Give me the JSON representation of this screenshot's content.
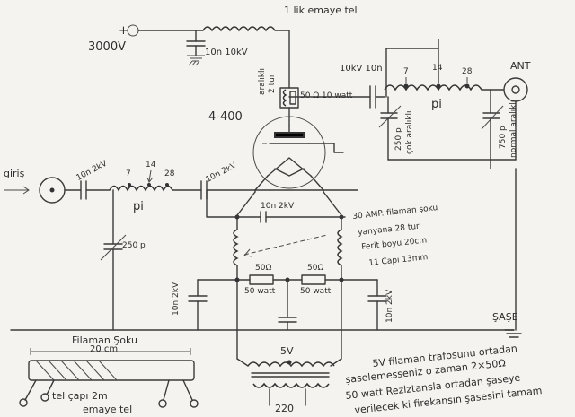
{
  "labels": {
    "top_wire_note": "1 lik emaye tel",
    "hv_plus": "+",
    "hv_voltage": "3000V",
    "hv_cap": "10n 10kV",
    "tube": "4-400",
    "suppressor_turns_a": "aralıklı",
    "suppressor_turns_b": "2 tur",
    "suppressor_res": "50 Ω 10 watt",
    "out_cap": "10kV 10n",
    "pi_out_taps": [
      "7",
      "14",
      "28"
    ],
    "pi_out_label": "pi",
    "ant": "ANT",
    "tune_cap_a": "250 p",
    "tune_cap_b": "çok aralıklı",
    "load_cap_a": "750 p",
    "load_cap_b": "normal aralıklı",
    "input": "giriş",
    "in_cap": "10n 2kV",
    "pi_in_taps": [
      "7",
      "14",
      "28"
    ],
    "pi_in_label": "pi",
    "grid_cap": "10n 2kV",
    "in_var_cap": "250 p",
    "fil_cap_mid": "10n 2kV",
    "choke_a": "30 AMP. filaman şoku",
    "choke_b": "yanyana 28 tur",
    "choke_c": "Ferit boyu 20cm",
    "choke_d": "11 Çapı 13mm",
    "res_left": "50Ω",
    "res_left_w": "50 watt",
    "res_right": "50Ω",
    "res_right_w": "50 watt",
    "bypass_left": "10n 2kV",
    "bypass_right": "10n 2kV",
    "ground": "ŞAŞE",
    "fil_transformer": "5V",
    "mains": "220",
    "choke_title": "Filaman Şoku",
    "choke_len": "20 cm",
    "wire_note_a": "tel çapı 2m",
    "wire_note_b": "emaye tel",
    "note_1": "5V filaman trafosunu ortadan",
    "note_2": "şaselemesseniz o zaman 2×50Ω",
    "note_3": "50 watt Reziztansla ortadan şaseye",
    "note_4": "verilecek ki firekansın şasesini tamam"
  }
}
